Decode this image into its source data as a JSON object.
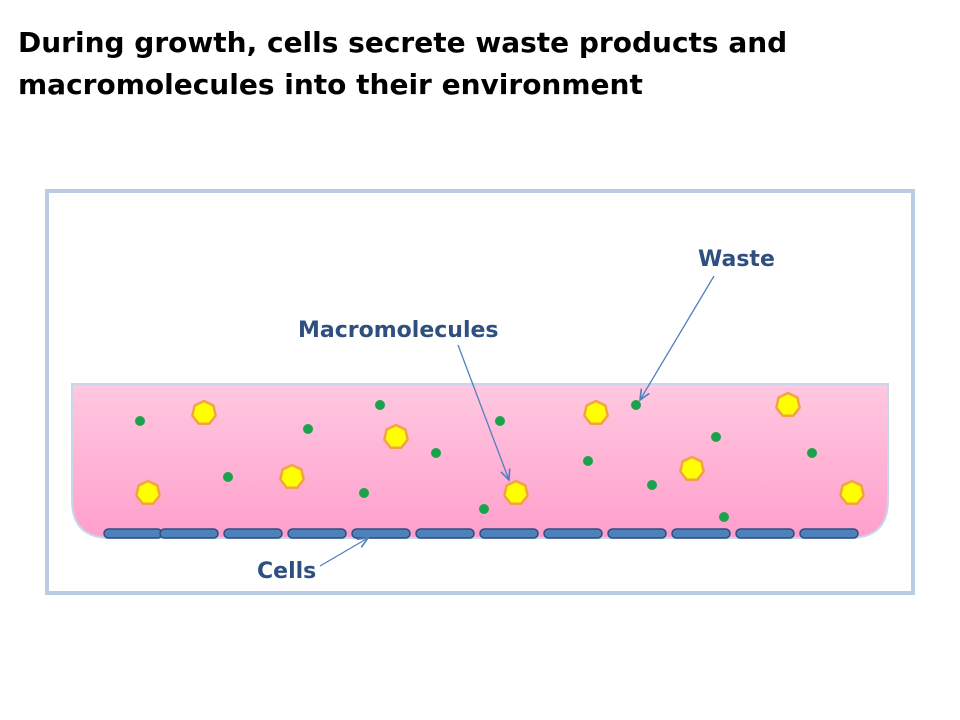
{
  "title": {
    "line1": "During growth, cells secrete waste products and",
    "line2": "macromolecules into their environment"
  },
  "labels": {
    "waste": "Waste",
    "macromolecules": "Macromolecules",
    "cells": "Cells"
  },
  "colors": {
    "label_text": "#2f4f7f",
    "frame_border": "#b8cce4",
    "medium_top": "#ffc8e0",
    "medium_bottom": "#ff9fcc",
    "waste_dot": "#1aa34a",
    "macromolecule_fill": "#ffff00",
    "macromolecule_stroke": "#f4a14a",
    "cell_fill": "#4f81bd",
    "cell_stroke": "#2c4f7c",
    "pointer_line": "#4f81bd"
  }
}
